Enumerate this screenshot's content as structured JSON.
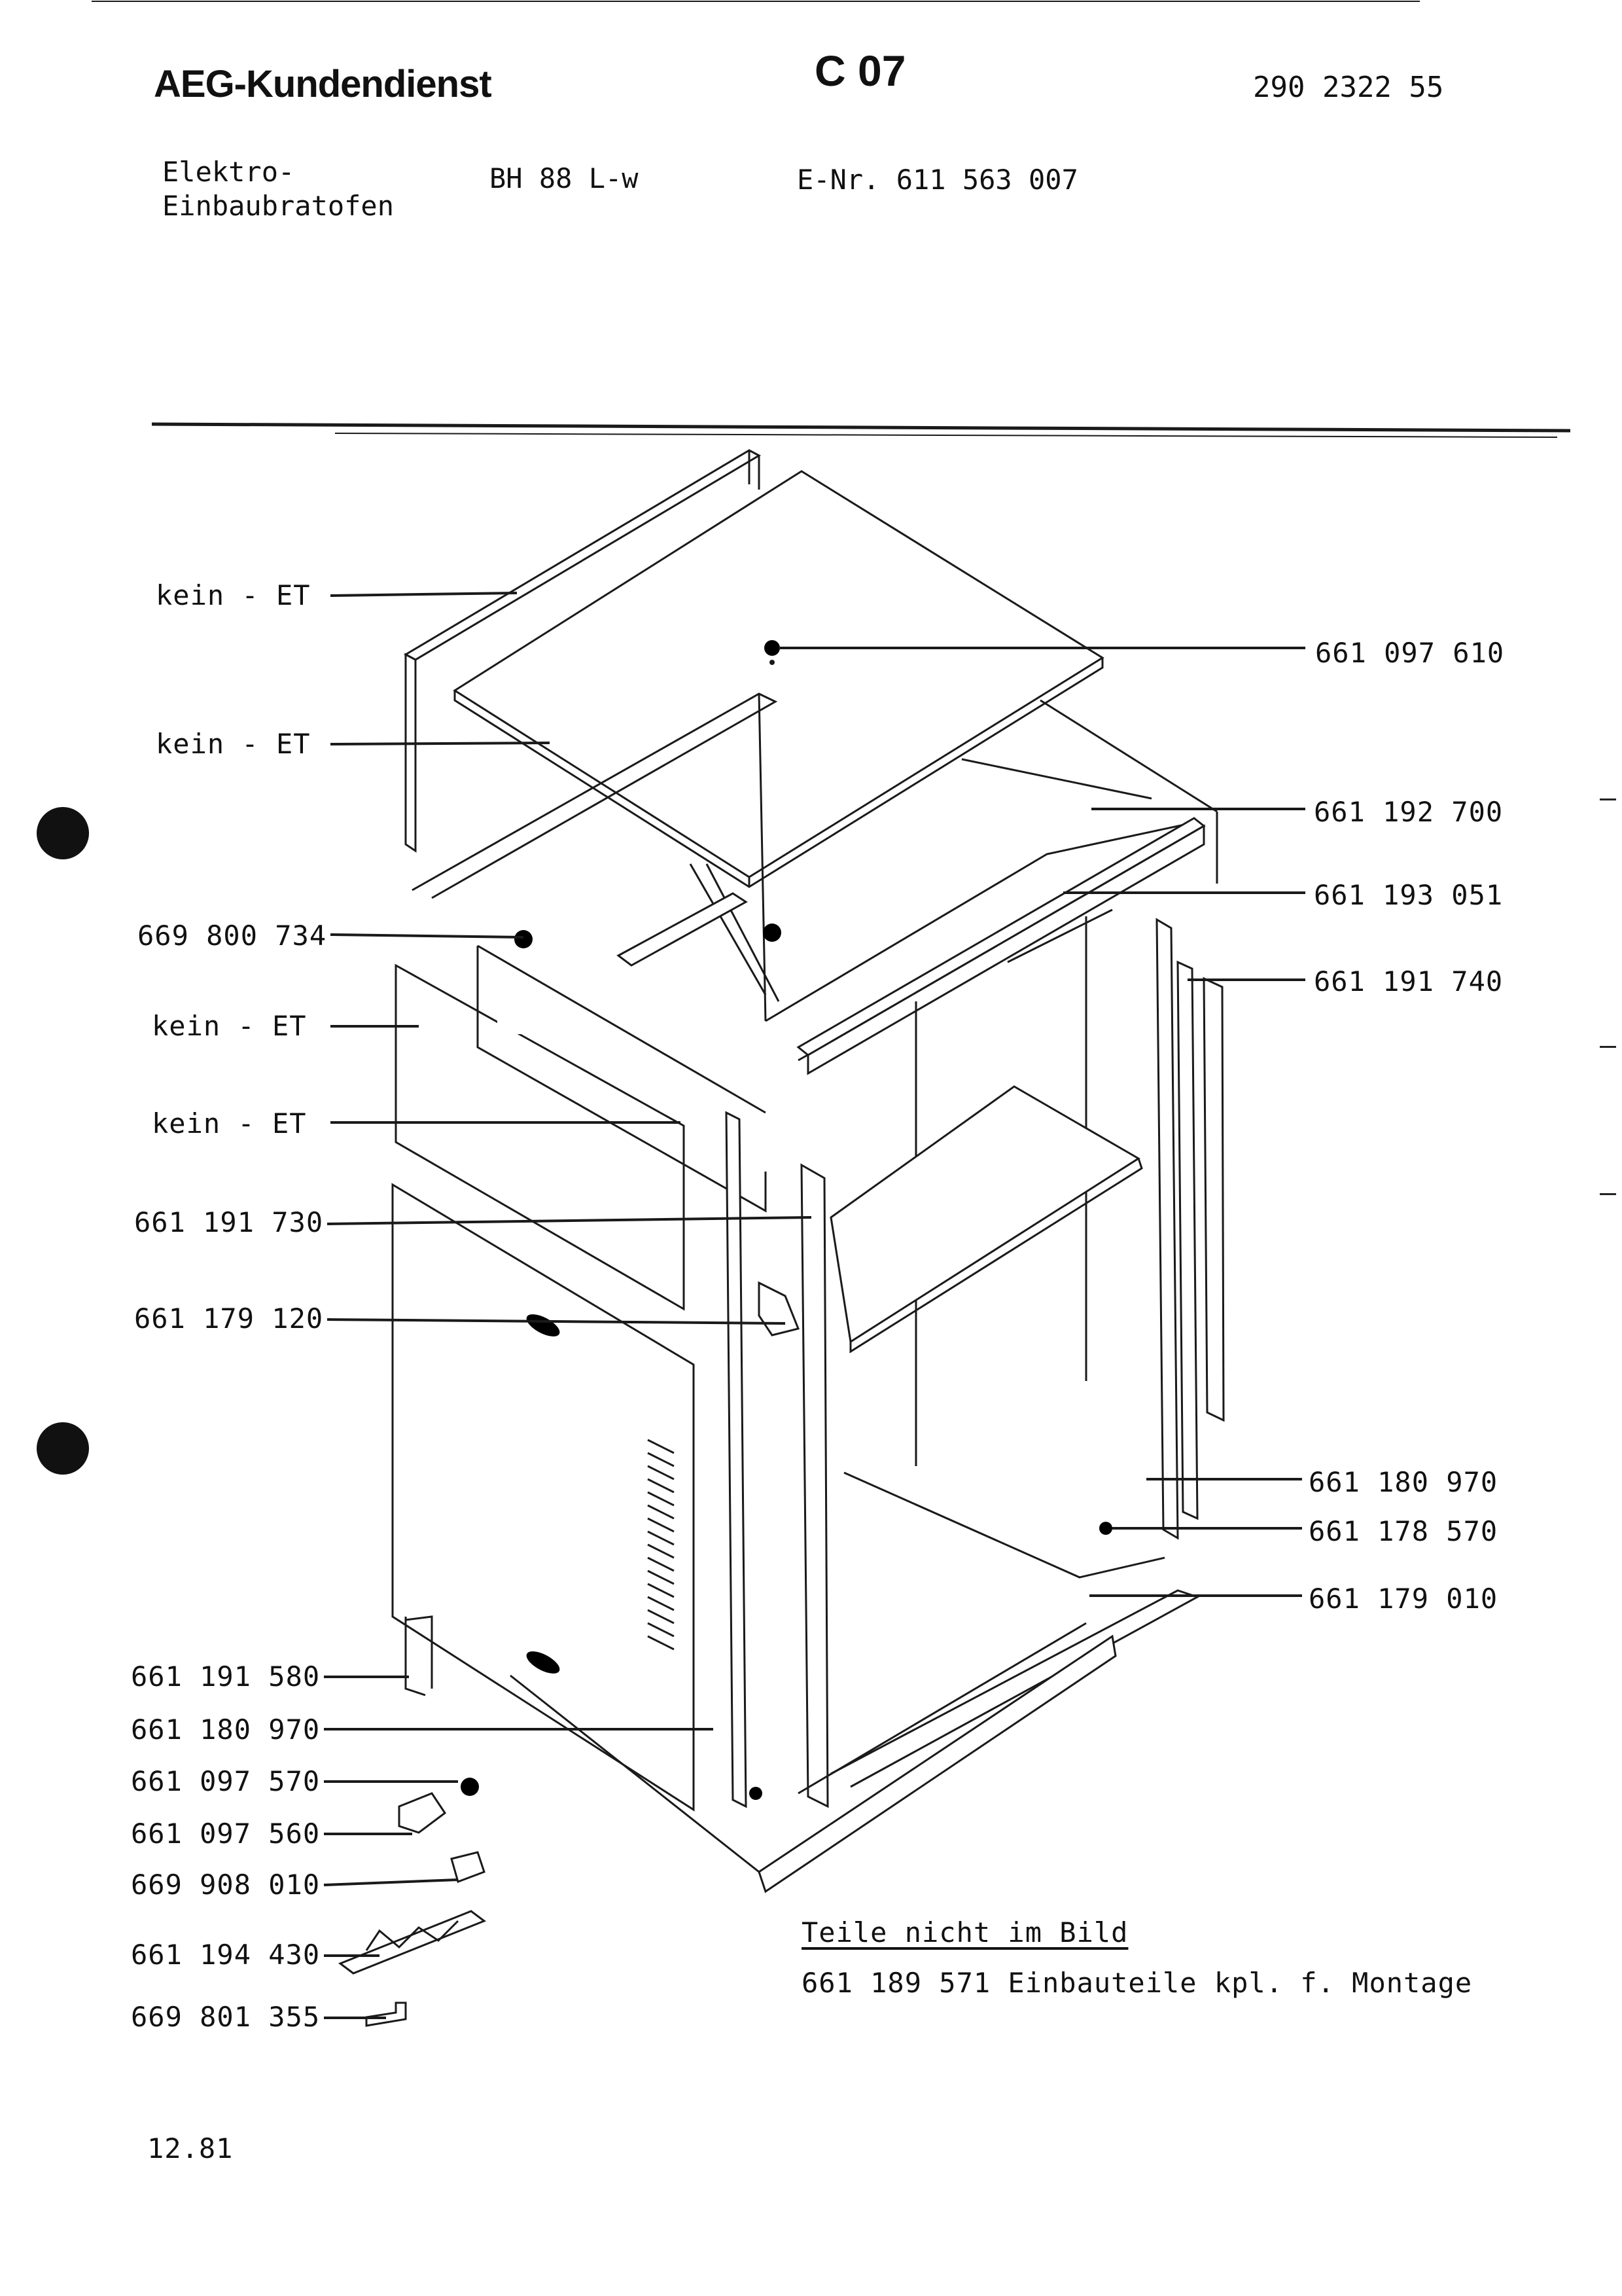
{
  "header": {
    "brand": "AEG-Kundendienst",
    "section_code": "C 07",
    "document_number": "290 2322 55",
    "product_type_line1": "Elektro-",
    "product_type_line2": "Einbaubratofen",
    "model": "BH  88 L-w",
    "e_number": "E-Nr. 611 563 007"
  },
  "labels_left": [
    {
      "id": "kein-et-1",
      "text": "kein - ET"
    },
    {
      "id": "kein-et-2",
      "text": "kein - ET"
    },
    {
      "id": "669-800-734",
      "text": "669 800 734"
    },
    {
      "id": "kein-et-3",
      "text": "kein - ET"
    },
    {
      "id": "kein-et-4",
      "text": "kein - ET"
    },
    {
      "id": "661-191-730",
      "text": "661 191 730"
    },
    {
      "id": "661-179-120",
      "text": "661 179 120"
    },
    {
      "id": "661-191-580",
      "text": "661 191 580"
    },
    {
      "id": "661-180-970-left",
      "text": "661 180 970"
    },
    {
      "id": "661-097-570",
      "text": "661 097 570"
    },
    {
      "id": "661-097-560",
      "text": "661 097 560"
    },
    {
      "id": "669-908-010",
      "text": "669 908 010"
    },
    {
      "id": "661-194-430",
      "text": "661 194 430"
    },
    {
      "id": "669-801-355",
      "text": "669 801 355"
    }
  ],
  "labels_right": [
    {
      "id": "661-097-610",
      "text": "661 097 610"
    },
    {
      "id": "661-192-700",
      "text": "661 192 700"
    },
    {
      "id": "661-193-051",
      "text": "661 193 051"
    },
    {
      "id": "661-191-740",
      "text": "661 191 740"
    },
    {
      "id": "661-180-970-right",
      "text": "661 180 970"
    },
    {
      "id": "661-178-570",
      "text": "661 178 570"
    },
    {
      "id": "661-179-010",
      "text": "661 179 010"
    }
  ],
  "notes": {
    "title": "Teile nicht im Bild",
    "line1": "661 189 571 Einbauteile kpl. f. Montage"
  },
  "footer": {
    "date": "12.81"
  }
}
